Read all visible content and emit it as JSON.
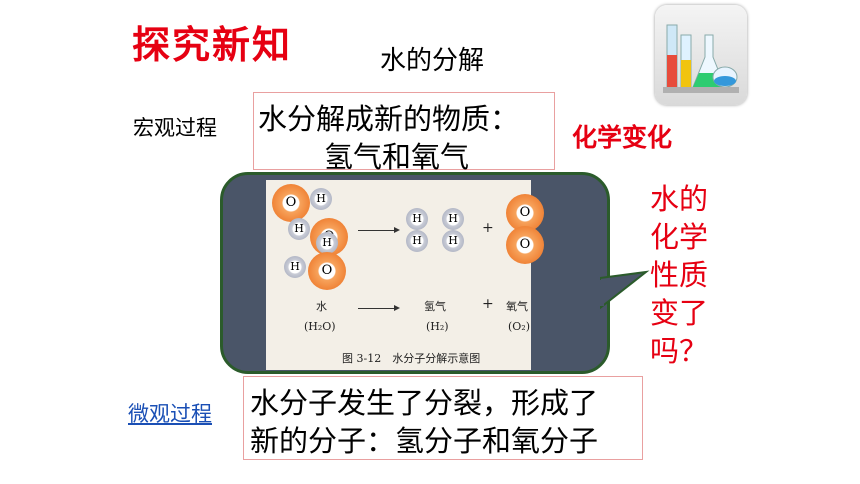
{
  "slide": {
    "heading": "探究新知",
    "topic": "水的分解",
    "macro": {
      "label": "宏观过程",
      "line1": "水分解成新的物质：",
      "line2": "氢气和氧气"
    },
    "change_tag": "化学变化",
    "question": {
      "lines": [
        "水的",
        "化学",
        "性质",
        "变了",
        "吗？"
      ]
    },
    "micro": {
      "label": "微观过程",
      "line1": "水分子发生了分裂，形成了",
      "line2": "新的分子：氢分子和氧分子"
    },
    "figure": {
      "caption": "图 3-12　水分子分解示意图",
      "atom_o": "O",
      "atom_h": "H",
      "plus": "+",
      "reactant_name": "水",
      "reactant_formula": "(H₂O)",
      "product1_name": "氢气",
      "product1_formula": "(H₂)",
      "product2_name": "氧气",
      "product2_formula": "(O₂)"
    },
    "colors": {
      "accent_red": "#e60012",
      "callout_fill": "#4a5568",
      "callout_border": "#2b5b2b",
      "link_blue": "#1a4fb5"
    },
    "icons": [
      "lab-flask-icon"
    ]
  }
}
